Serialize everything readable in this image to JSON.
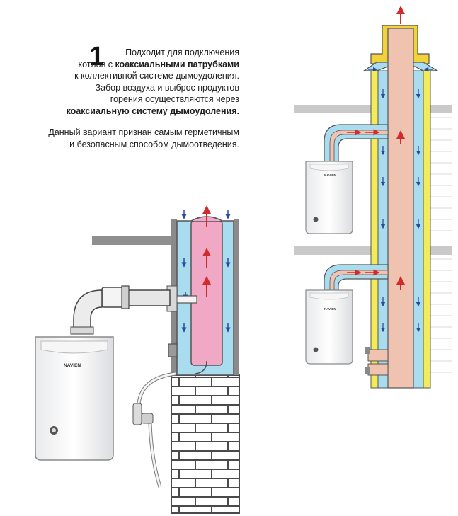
{
  "description": {
    "number": "1",
    "lines": [
      {
        "pre": "Подходит для подключения",
        "bold": "",
        "post": ""
      },
      {
        "pre": "котлов с ",
        "bold": "коаксиальными патрубками",
        "post": ""
      },
      {
        "pre": "к коллективной системе дымоудоления.",
        "bold": "",
        "post": ""
      },
      {
        "pre": "Забор воздуха и выброс продуктов",
        "bold": "",
        "post": ""
      },
      {
        "pre": "горения  осуществляются через",
        "bold": "",
        "post": ""
      },
      {
        "pre": "",
        "bold": "коаксиальную систему дымоудоления.",
        "post": ""
      }
    ],
    "note_lines": [
      "Данный вариант признан самым герметичным",
      "и безопасным способом дымоотведения."
    ]
  },
  "boiler": {
    "brand": "NAVIEN"
  },
  "colors": {
    "air": "#a8dcee",
    "exhaust": "#f1a8c4",
    "exhaust_riser": "#f0c2b0",
    "insulation": "#f2ec5a",
    "cap": "#f2d23a",
    "wall_gray": "#8f8f8f",
    "arrow_red": "#d22b2b",
    "arrow_blue": "#2c4a9a"
  }
}
